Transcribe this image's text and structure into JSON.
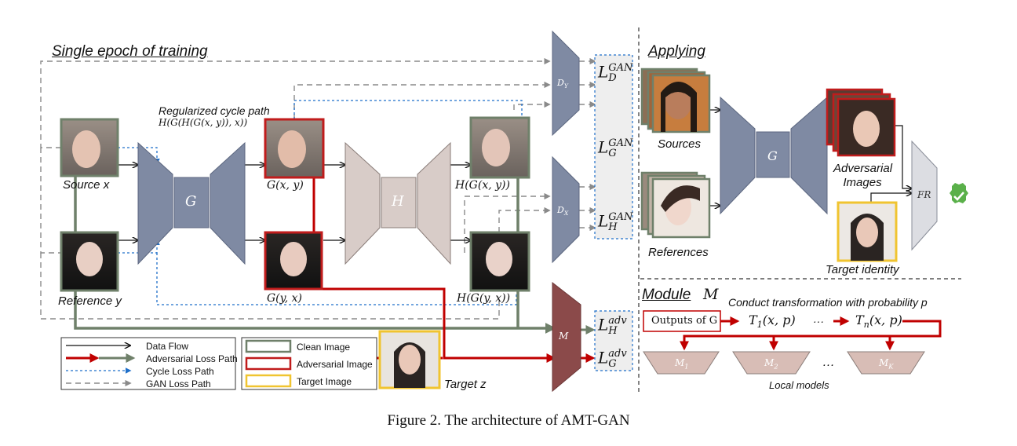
{
  "sections": {
    "training": "Single epoch of training",
    "applying": "Applying",
    "module_word": "Module",
    "module_symbol": "M"
  },
  "cycle": {
    "title": "Regularized cycle path",
    "formula": "H(G(H(G(x, y)), x))"
  },
  "labels": {
    "source_x": "Source x",
    "reference_y": "Reference y",
    "g_xy": "G(x, y)",
    "g_yx": "G(y, x)",
    "h_g_xy": "H(G(x, y))",
    "h_g_yx": "H(G(y, x))",
    "target_z": "Target z",
    "sources": "Sources",
    "references": "References",
    "adversarial_images": "Adversarial Images",
    "target_identity": "Target identity",
    "conduct": "Conduct  transformation with probability p",
    "outputs_of_g": "Outputs of G",
    "t1": "T1(x, p)",
    "ellipsis": "···",
    "tn": "Tn(x, p)",
    "local_models": "Local models"
  },
  "blocks": {
    "g": "G",
    "h": "H",
    "dy": "DY",
    "dx": "DX",
    "m": "M",
    "fr": "FR",
    "m1": "M1",
    "m2": "M2",
    "mk": "MK",
    "dots": "…"
  },
  "losses": {
    "ld_gan": "LDGAN",
    "lg_gan": "LGGAN",
    "lh_gan": "LHGAN",
    "lh_adv": "LHadv",
    "lg_adv": "LGadv"
  },
  "legend": {
    "data_flow": "Data Flow",
    "adversarial_loss_path": "Adversarial Loss Path",
    "cycle_loss_path": "Cycle Loss Path",
    "gan_loss_path": "GAN Loss Path",
    "clean_image": "Clean Image",
    "adversarial_image": "Adversarial Image",
    "target_image": "Target Image"
  },
  "caption": "Figure 2. The architecture of AMT-GAN",
  "colors": {
    "encoder": "#7f8aa3",
    "h_block": "#d8ccc8",
    "m_block": "#8b4a4a",
    "fr_block": "#dcdde2",
    "local_model": "#d8bdb6",
    "clean_border": "#6f806a",
    "adversarial_border": "#c01c1c",
    "target_border": "#f0c430",
    "loss_box": "#eeeeee",
    "data_flow": "#111111",
    "adversarial_path": "#c00000",
    "cycle_path": "#1f6fc9",
    "gan_path": "#8a8a8a",
    "check": "#5ab04a"
  }
}
